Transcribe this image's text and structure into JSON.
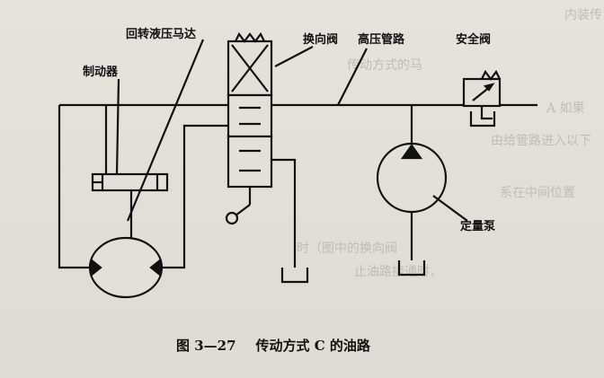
{
  "labels": {
    "motor": "回转液压马达",
    "brake": "制动器",
    "valve": "换向阀",
    "pipeline": "高压管路",
    "safety": "安全阀",
    "pump": "定量泵"
  },
  "caption": {
    "figure": "图 3—27",
    "title": "传动方式 C 的油路"
  },
  "bleed_through": [
    "内装传",
    "传动方式的马",
    "A 如果",
    "由给管路进入以下",
    "系在中间位置",
    "时（图中的换向阀",
    "止油路接通时，"
  ],
  "colors": {
    "ink": "#111111",
    "paper": "#e3e0da"
  }
}
